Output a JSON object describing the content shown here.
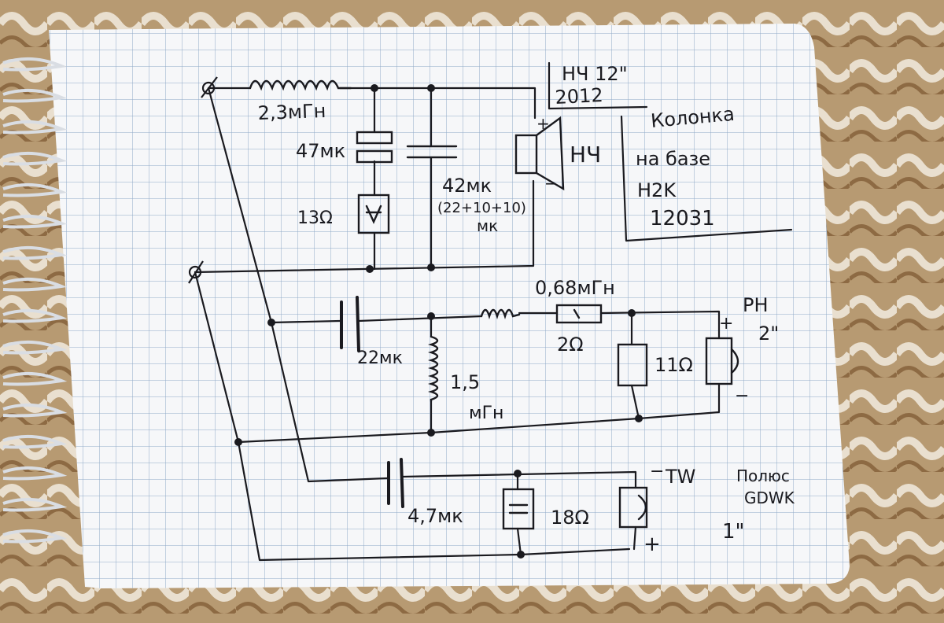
{
  "notes": {
    "woofer_model": "НЧ 12\"",
    "woofer_code": "2012",
    "kit_l1": "Колонка",
    "kit_l2": "на базе",
    "kit_l3": "H2K",
    "kit_l4": "12031",
    "mid_l1": "PH",
    "mid_l2": "2\"",
    "tw_l1": "TW",
    "tw_l2": "Полюс",
    "tw_l3": "GDWK",
    "tw_l4": "1\""
  },
  "components": {
    "l1": "2,3мГн",
    "c_rc": "47мк",
    "r_rc": "13Ω",
    "c_shunt": "42мк",
    "c_shunt_detail": "(22+10+10)",
    "c_shunt_unit": "мк",
    "woofer": "НЧ",
    "l_mid_series": "0,68мГн",
    "r_mid_series": "2Ω",
    "c_mid": "22мк",
    "l_mid_shunt": "1,5",
    "l_mid_shunt_unit": "мГн",
    "r_mid_shunt": "11Ω",
    "c_tw": "4,7мк",
    "r_tw": "18Ω"
  },
  "polarity": {
    "plus": "+",
    "minus": "−"
  },
  "colors": {
    "ink": "#1a1a1f",
    "grid": "#8fa8c8",
    "paper": "#f6f7f9",
    "carpet": "#b79a72"
  }
}
